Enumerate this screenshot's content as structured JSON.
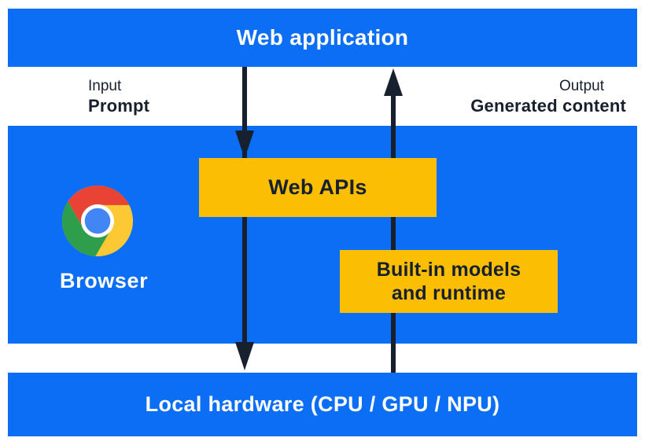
{
  "layers": {
    "web_application": "Web application",
    "local_hardware": "Local hardware (CPU / GPU / NPU)"
  },
  "io": {
    "input_caption": "Input",
    "input_value": "Prompt",
    "output_caption": "Output",
    "output_value": "Generated content"
  },
  "browser": {
    "label": "Browser"
  },
  "boxes": {
    "web_apis": "Web APIs",
    "builtin_line1": "Built-in models",
    "builtin_line2": "and runtime"
  },
  "icons": {
    "browser": "chrome-logo-icon",
    "request_flow": "arrow-down-icon",
    "response_flow": "arrow-up-icon"
  },
  "colors": {
    "blue": "#0B6EF4",
    "yellow": "#FCBE03",
    "ink": "#17202F",
    "chrome-red": "#E94335",
    "chrome-yellow": "#FCC934",
    "chrome-green": "#2E9E4D",
    "chrome-blue": "#4285F4"
  }
}
